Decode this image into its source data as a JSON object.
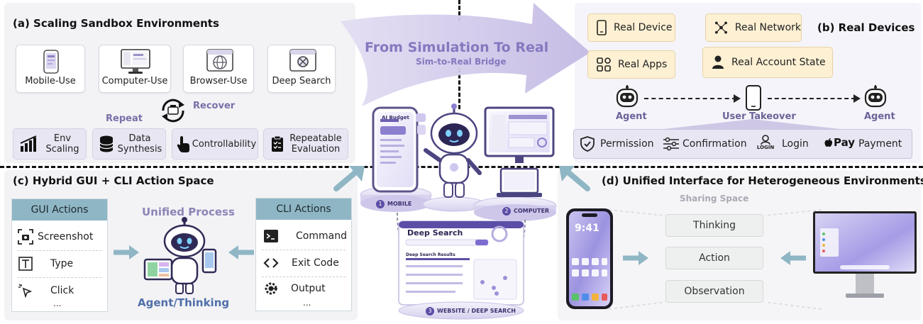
{
  "sections": {
    "a": {
      "title": "(a) Scaling Sandbox Environments"
    },
    "b": {
      "title": "(b) Real Devices"
    },
    "c": {
      "title": "(c) Hybrid GUI + CLI Action Space"
    },
    "d": {
      "title": "(d) Unified Interface for Heterogeneous Environments"
    }
  },
  "sandbox": {
    "envs": [
      "Mobile-Use",
      "Computer-Use",
      "Browser-Use",
      "Deep Search"
    ],
    "repeat": "Repeat",
    "recover": "Recover",
    "features": [
      "Env\nScaling",
      "Data\nSynthesis",
      "Controllability",
      "Repeatable\nEvaluation"
    ]
  },
  "bridge": {
    "title": "From Simulation To Real",
    "subtitle": "Sim-to-Real Bridge"
  },
  "real": {
    "items": [
      "Real Device",
      "Real Network",
      "Real Apps",
      "Real Account State"
    ],
    "agent_left": "Agent",
    "user_takeover": "User Takeover",
    "agent_right": "Agent",
    "takeover": [
      "Permission",
      "Confirmation",
      "Login",
      "Payment"
    ],
    "login_icon_text": "LOGIN",
    "pay_icon_text": "Pay"
  },
  "hybrid": {
    "gui_header": "GUI Actions",
    "gui_items": [
      "Screenshot",
      "Type",
      "Click"
    ],
    "gui_more": "...",
    "cli_header": "CLI Actions",
    "cli_items": [
      "Command",
      "Exit Code",
      "Output"
    ],
    "cli_more": "...",
    "unified": "Unified Process",
    "agent_thinking": "Agent/Thinking"
  },
  "center": {
    "mobile": "MOBILE",
    "computer": "COMPUTER",
    "website": "WEBSITE / DEEP SEARCH",
    "phone_app": "AI Budget",
    "search_title": "Deep Search",
    "search_results": "Deep Search Results",
    "num1": "1",
    "num2": "2",
    "num3": "3"
  },
  "unified": {
    "sharing": "Sharing Space",
    "items": [
      "Thinking",
      "Action",
      "Observation"
    ],
    "phone_time": "9:41"
  },
  "colors": {
    "accent": "#7e6fb3",
    "teal": "#8fb6c4",
    "cream": "#fdf0d3",
    "lavender": "#e9e6f3"
  }
}
